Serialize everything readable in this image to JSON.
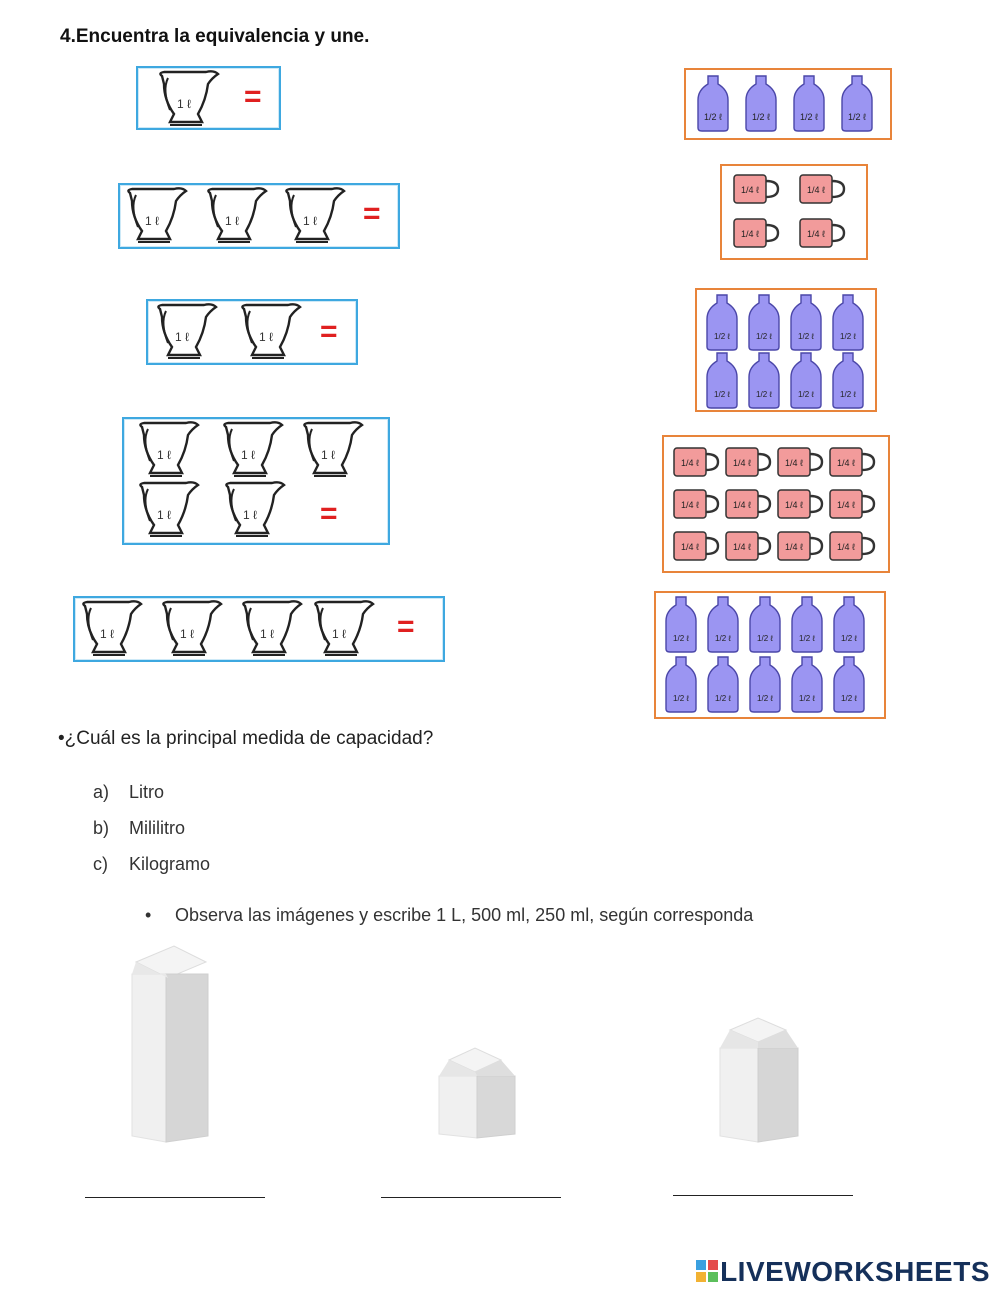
{
  "title": "4.Encuentra la equivalencia y une.",
  "colors": {
    "left_border": "#3ea8e0",
    "right_border": "#e8843a",
    "equals": "#e02020",
    "bottle": "#9b95f2",
    "mug": "#f29b9b"
  },
  "icons": {
    "pitcher": "pitcher-icon",
    "bottle": "bottle-icon",
    "mug": "mug-icon",
    "carton": "milk-carton"
  },
  "pitcher_label": "1 ℓ",
  "bottle_label": "1/2 ℓ",
  "mug_label": "1/4 ℓ",
  "equals": "=",
  "left_groups": [
    {
      "pitchers": 1
    },
    {
      "pitchers": 3
    },
    {
      "pitchers": 2
    },
    {
      "pitchers": 5
    },
    {
      "pitchers": 4
    }
  ],
  "right_groups": [
    {
      "kind": "bottle",
      "count": 4
    },
    {
      "kind": "mug",
      "count": 4
    },
    {
      "kind": "bottle",
      "count": 8
    },
    {
      "kind": "mug",
      "count": 12
    },
    {
      "kind": "bottle",
      "count": 10
    }
  ],
  "question": {
    "bullet": "•",
    "text": "¿Cuál es la principal medida de capacidad?",
    "options": [
      {
        "letter": "a)",
        "text": "Litro"
      },
      {
        "letter": "b)",
        "text": "Mililitro"
      },
      {
        "letter": "c)",
        "text": "Kilogramo"
      }
    ]
  },
  "instruction": {
    "bullet": "•",
    "text": "Observa las imágenes y escribe 1 L, 500 ml, 250 ml, según corresponda"
  },
  "cartons": [
    {
      "size": "large"
    },
    {
      "size": "small"
    },
    {
      "size": "medium"
    }
  ],
  "brand": "LIVEWORKSHEETS"
}
